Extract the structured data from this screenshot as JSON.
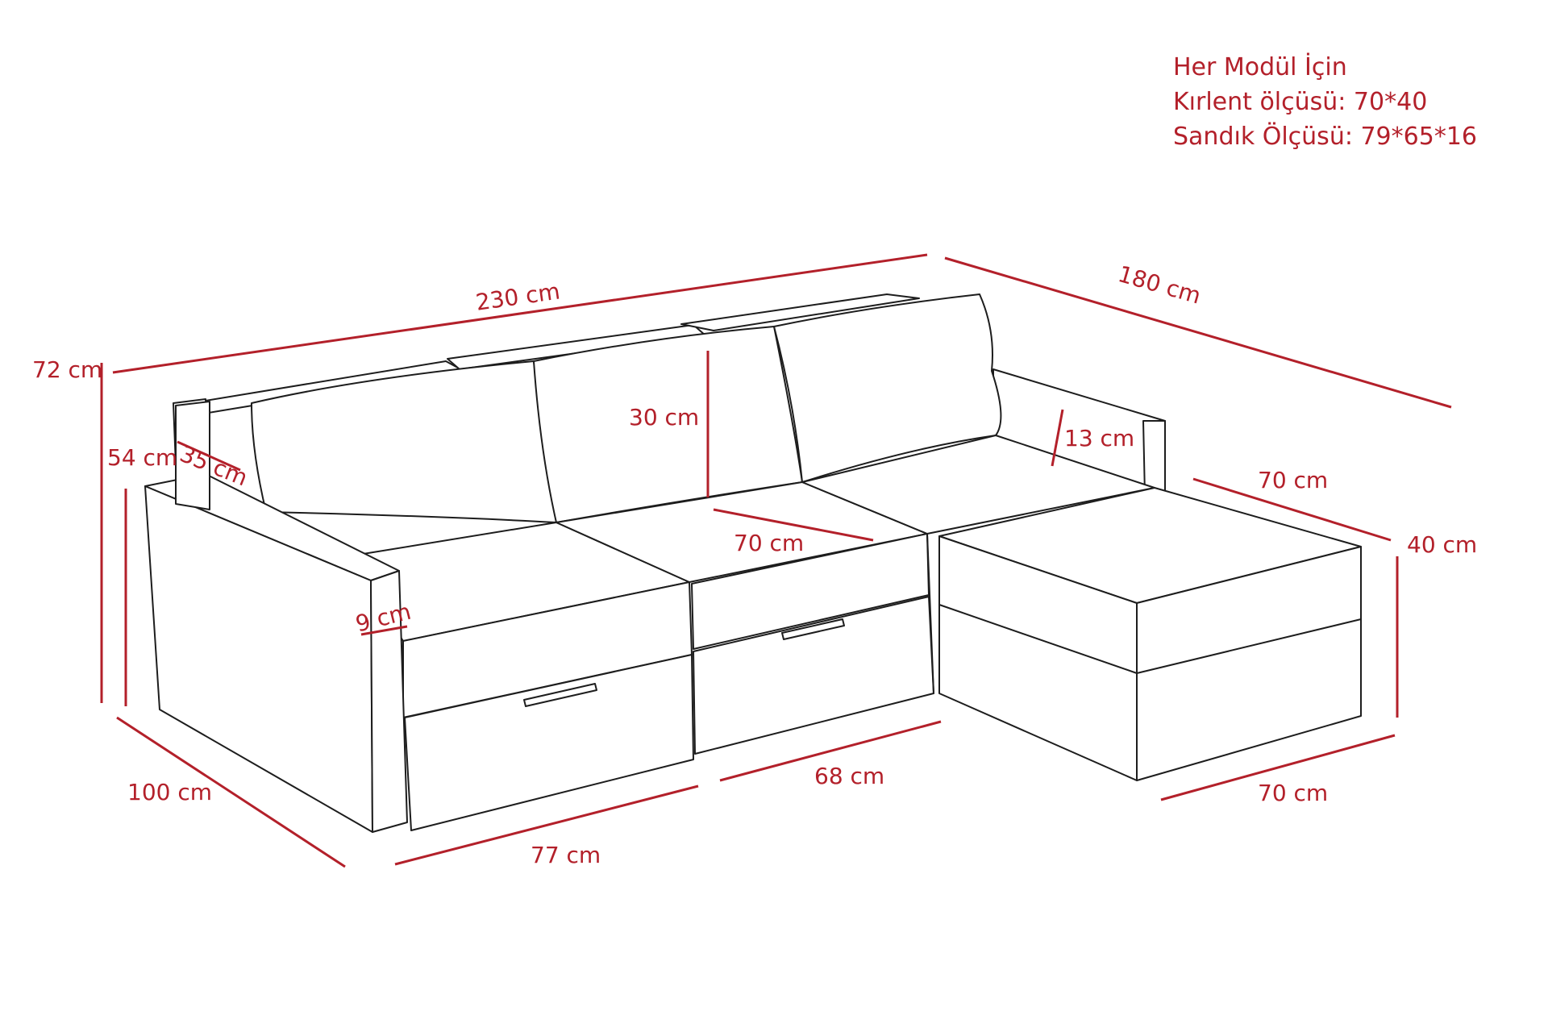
{
  "note": {
    "line1": "Her Modül İçin",
    "line2": "Kırlent ölçüsü: 70*40",
    "line3": "Sandık Ölçüsü: 79*65*16"
  },
  "dimensions": {
    "total_width": "230 cm",
    "chaise_length": "180 cm",
    "total_height": "72 cm",
    "arm_height": "54 cm",
    "arm_depth": "35 cm",
    "arm_width": "9 cm",
    "depth": "100 cm",
    "module1_width": "77 cm",
    "module2_width": "68 cm",
    "cushion_height": "30 cm",
    "cushion_width": "70 cm",
    "corner_arm": "13 cm",
    "chaise_top_width": "70 cm",
    "chaise_height": "40 cm",
    "chaise_bottom_width": "70 cm"
  },
  "colors": {
    "dimension": "#b3202a",
    "outline": "#1d1d1d"
  }
}
